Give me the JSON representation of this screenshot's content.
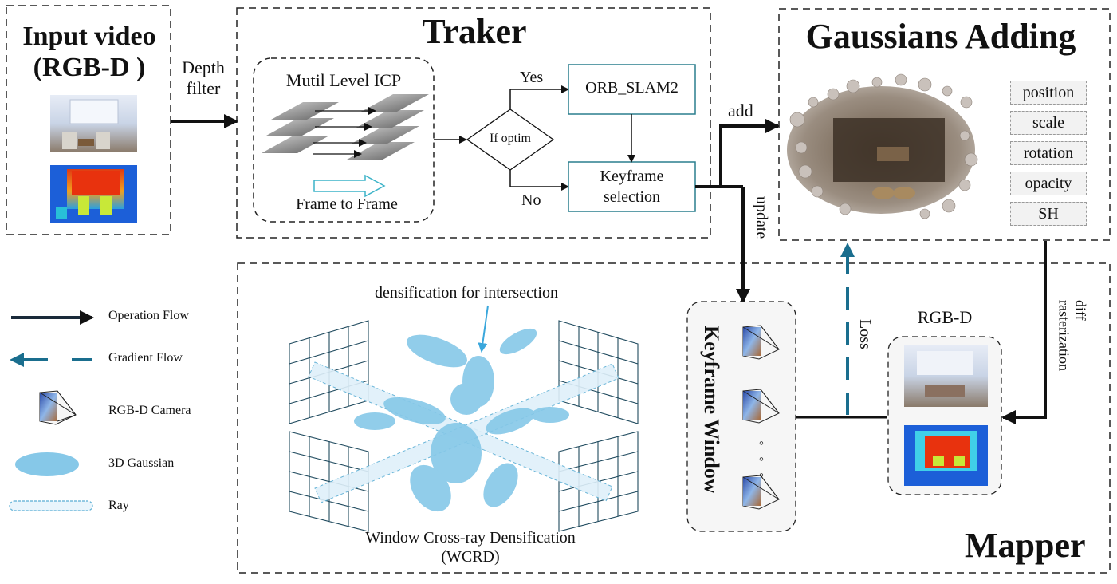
{
  "input": {
    "title_line1": "Input video",
    "title_line2": "(RGB-D )"
  },
  "depth_filter": {
    "line1": "Depth",
    "line2": "filter"
  },
  "tracker": {
    "title": "Traker",
    "icp_label": "Mutil Level ICP",
    "frame_to_frame": "Frame to Frame",
    "decision": "If optim",
    "yes": "Yes",
    "no": "No",
    "orb": "ORB_SLAM2",
    "keyframe_line1": "Keyframe",
    "keyframe_line2": "selection"
  },
  "flow": {
    "add": "add",
    "update": "update",
    "loss": "Loss",
    "diff_line1": "diff",
    "diff_line2": "rasterization"
  },
  "gaussians": {
    "title": "Gaussians Adding",
    "attributes": [
      "position",
      "scale",
      "rotation",
      "opacity",
      "SH"
    ]
  },
  "legend": {
    "items": [
      "Operation Flow",
      "Gradient Flow",
      "RGB-D Camera",
      "3D Gaussian",
      "Ray"
    ]
  },
  "mapper": {
    "title": "Mapper",
    "densification_label": "densification for intersection",
    "wcrd_line1": "Window Cross-ray Densification",
    "wcrd_line2": "(WCRD)",
    "keyframe_window": "Keyframe Window",
    "dots": "◦◦◦",
    "rgbd_label": "RGB-D"
  },
  "colors": {
    "operation_flow": "#111111",
    "gradient_flow": "#1a6e8e",
    "gaussian_blue": "#86c8e8",
    "ray_blue": "#5aaed4",
    "hollow_arrow": "#3cb3c8"
  }
}
